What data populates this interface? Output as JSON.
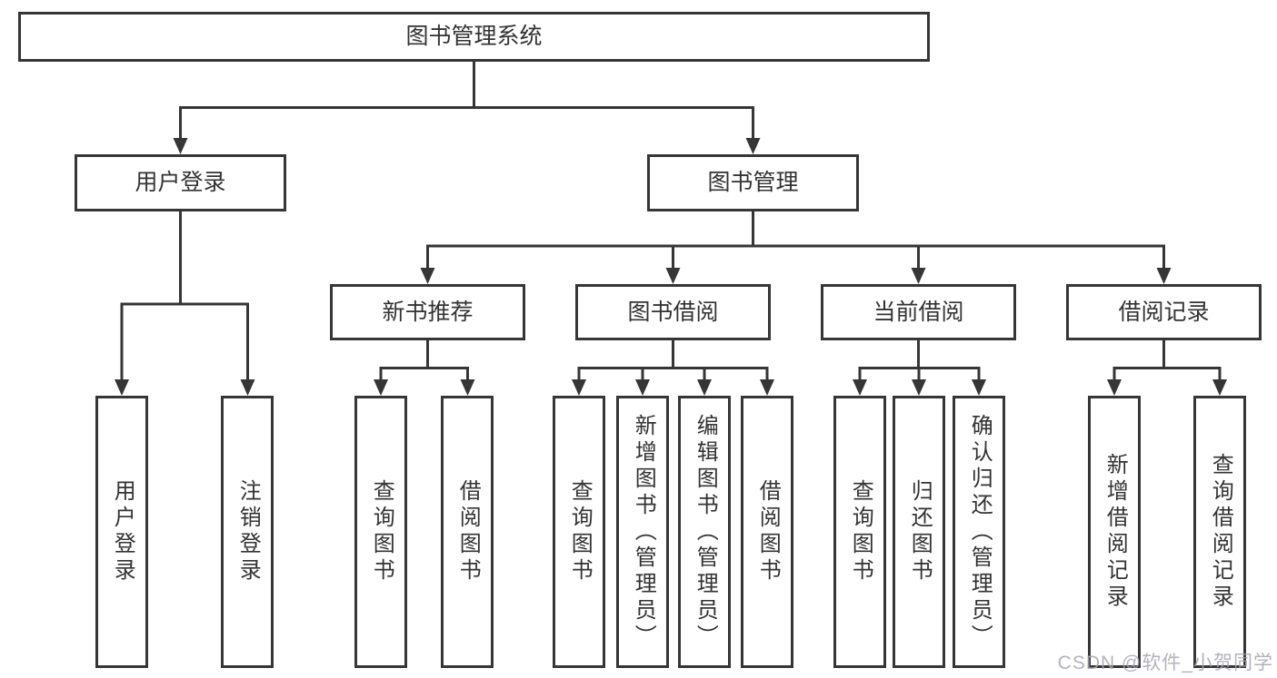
{
  "diagram": {
    "root": "图书管理系统",
    "level2": [
      "用户登录",
      "图书管理"
    ],
    "level3": [
      "新书推荐",
      "图书借阅",
      "当前借阅",
      "借阅记录"
    ],
    "leaves": {
      "userLogin": [
        "用户登录",
        "注销登录"
      ],
      "newBookRec": [
        "查询图书",
        "借阅图书"
      ],
      "bookBorrow": [
        "查询图书",
        "新增图书（管理员）",
        "编辑图书（管理员）",
        "借阅图书"
      ],
      "currentBorrow": [
        "查询图书",
        "归还图书",
        "确认归还（管理员）"
      ],
      "borrowRecords": [
        "新增借阅记录",
        "查询借阅记录"
      ]
    }
  },
  "watermark": "CSDN @软件_小贺同学",
  "colors": {
    "line": "#363636",
    "text": "#333333",
    "watermark": "#a6a6b2"
  }
}
